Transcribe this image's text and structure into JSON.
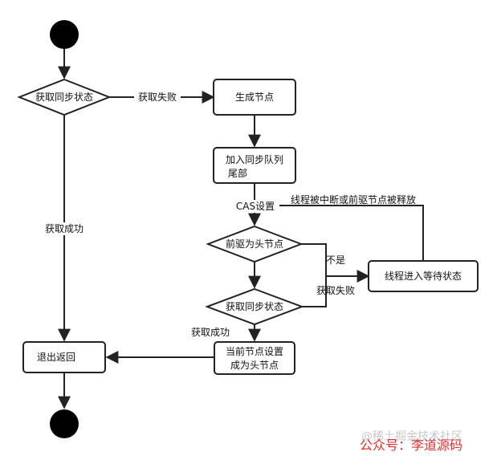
{
  "nodes": {
    "start": "",
    "decision_acquire_1": "获取同步状态",
    "gen_node": "生成节点",
    "enqueue_line1": "加入同步队列",
    "enqueue_line2": "尾部",
    "decision_pred_head": "前驱为头节点",
    "thread_wait": "线程进入等待状态",
    "decision_acquire_2": "获取同步状态",
    "set_head_line1": "当前节点设置",
    "set_head_line2": "成为头节点",
    "exit_return": "退出返回",
    "end": ""
  },
  "edges": {
    "acquire_fail_1": "获取失败",
    "acquire_success_1": "获取成功",
    "cas_set": "CAS设置",
    "interrupted_or_released": "线程被中断或前驱节点被释放",
    "not": "不是",
    "acquire_fail_2": "获取失败",
    "acquire_success_2": "获取成功"
  },
  "watermark": {
    "juejin": "@稀土掘金技术社区",
    "wechat": "公众号：李道源码"
  },
  "colors": {
    "stroke": "#222222",
    "fill": "#ffffff",
    "watermark_red": "#e03030",
    "watermark_gray": "#c8c8c8"
  }
}
